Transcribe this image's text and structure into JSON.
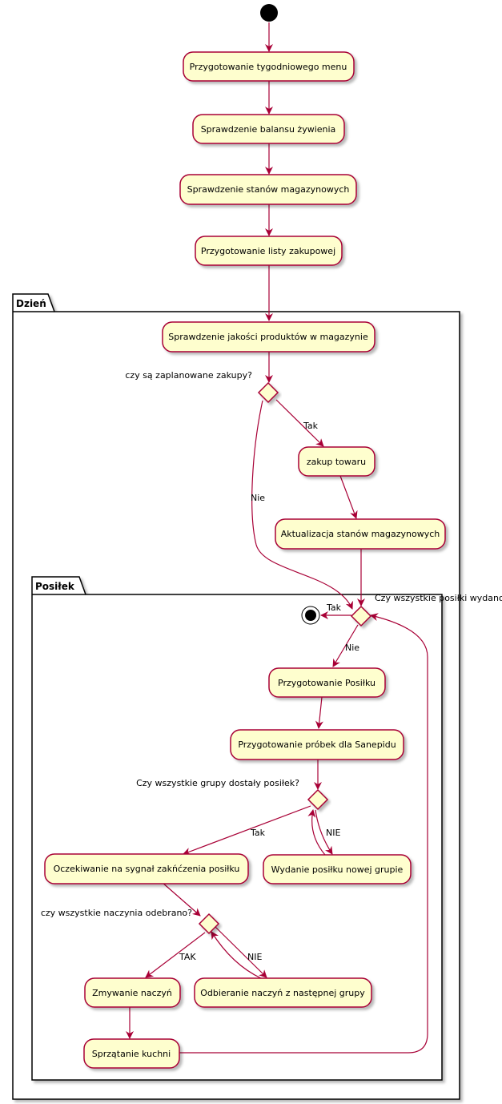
{
  "containers": {
    "day": "Dzień",
    "meal": "Posiłek"
  },
  "activities": {
    "a1": "Przygotowanie tygodniowego menu",
    "a2": "Sprawdzenie balansu żywienia",
    "a3": "Sprawdzenie stanów magazynowych",
    "a4": "Przygotowanie listy zakupowej",
    "a5": "Sprawdzenie jakości produktów w magazynie",
    "a6": "zakup towaru",
    "a7": "Aktualizacja stanów magazynowych",
    "a8": "Przygotowanie Posiłku",
    "a9": "Przygotowanie próbek dla Sanepidu",
    "a10": "Oczekiwanie na sygnał zakńćzenia posiłku",
    "a11": "Wydanie posiłku nowej grupie",
    "a12": "Zmywanie naczyń",
    "a13": "Odbieranie naczyń z następnej grupy",
    "a14": "Sprzątanie kuchni"
  },
  "decisions": {
    "d1": "czy są zaplanowane zakupy?",
    "d2": "Czy wszystkie posiłki wydano?",
    "d3": "Czy wszystkie grupy dostały posiłek?",
    "d4": "czy wszystkie naczynia odebrano?"
  },
  "edge_labels": {
    "d1_yes": "Tak",
    "d1_no": "Nie",
    "d2_yes": "Tak",
    "d2_no": "Nie",
    "d3_yes": "Tak",
    "d3_no": "NIE",
    "d4_yes": "TAK",
    "d4_no": "NIE"
  },
  "colors": {
    "activity_fill": "#FEFECE",
    "border": "#A80036",
    "arrow": "#A80036",
    "container_border": "#000000",
    "start_fill": "#000000"
  }
}
